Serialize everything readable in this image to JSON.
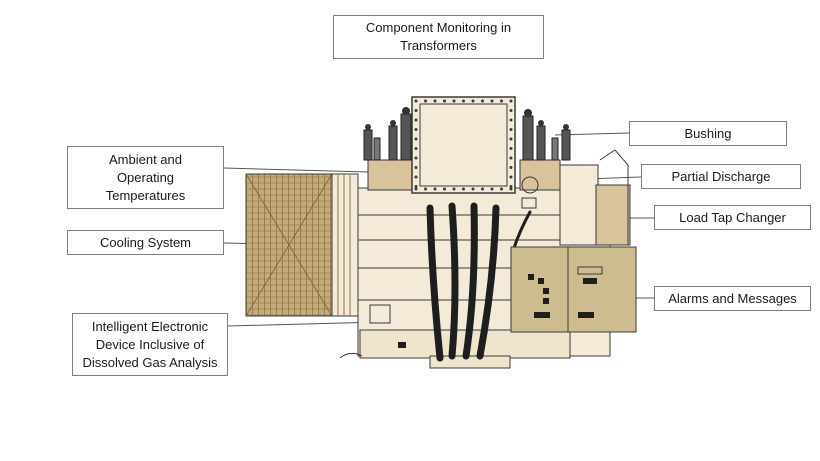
{
  "title": "Component Monitoring in\nTransformers",
  "labels": {
    "ambient": "Ambient and\nOperating\nTemperatures",
    "cooling": "Cooling System",
    "ied": "Intelligent Electronic\nDevice Inclusive of\nDissolved Gas Analysis",
    "bushing": "Bushing",
    "partial_discharge": "Partial Discharge",
    "load_tap_changer": "Load Tap Changer",
    "alarms": "Alarms and Messages"
  },
  "colors": {
    "tank": "#f3ead8",
    "tan": "#d9c39a",
    "khaki": "#cdbd8e",
    "radiator": "#b39a6a",
    "outline": "#3a3a3a",
    "cable": "#1e1e1e",
    "leader": "#555555"
  }
}
